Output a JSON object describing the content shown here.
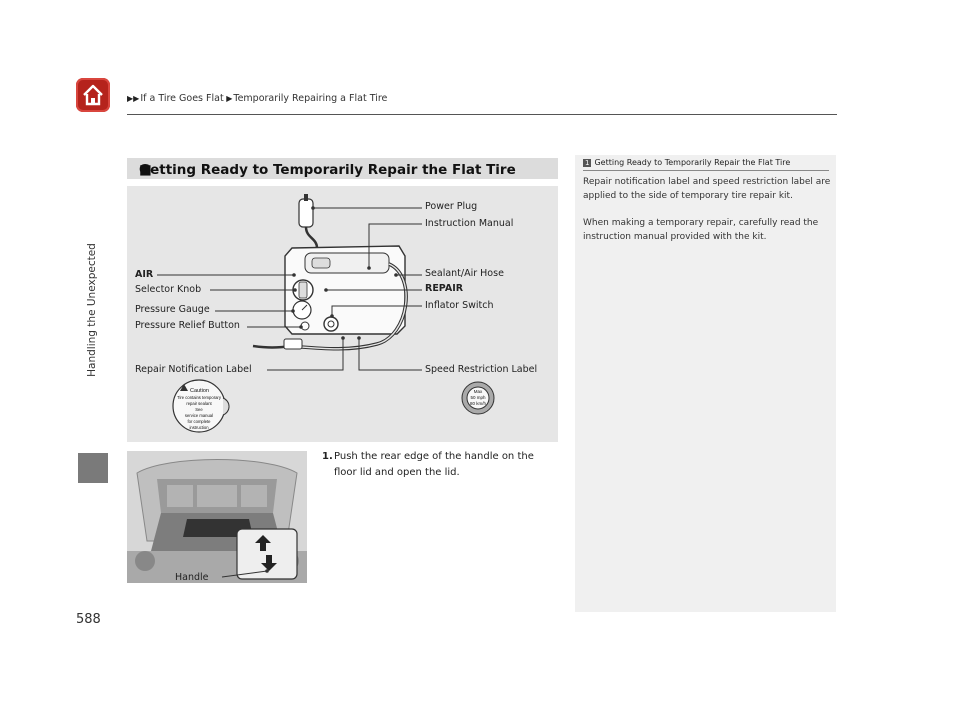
{
  "header": {
    "breadcrumb": [
      "If a Tire Goes Flat",
      "Temporarily Repairing a Flat Tire"
    ],
    "arrow_glyph": "▶▶"
  },
  "sidebar": {
    "label": "Handling the Unexpected"
  },
  "page_number": "588",
  "section": {
    "title": "Getting Ready to Temporarily Repair the Flat Tire",
    "marker": "■"
  },
  "diagram": {
    "labels": {
      "power_plug": "Power Plug",
      "instruction_manual": "Instruction Manual",
      "air": "AIR",
      "selector_knob": "Selector Knob",
      "sealant_air_hose": "Sealant/Air Hose",
      "repair": "REPAIR",
      "pressure_gauge": "Pressure Gauge",
      "inflator_switch": "Inflator Switch",
      "pressure_relief_button": "Pressure Relief Button",
      "repair_notification_label": "Repair Notification Label",
      "speed_restriction_label": "Speed Restriction Label"
    },
    "caution_sticker": {
      "title": "Caution",
      "lines": [
        "Tire contains temporary",
        "repair sealant",
        "See",
        "service manual",
        "for complete",
        "instruction"
      ]
    },
    "speed_sticker": {
      "lines": [
        "Max",
        "50 mph",
        "80 km/h"
      ]
    }
  },
  "step": {
    "number": "1.",
    "text": "Push the rear edge of the handle on the floor lid and open the lid."
  },
  "photo": {
    "handle_label": "Handle"
  },
  "note": {
    "marker": "1",
    "title": "Getting Ready to Temporarily Repair the Flat Tire",
    "paragraphs": [
      "Repair notification label and speed restriction label are applied to the side of temporary tire repair kit.",
      "When making a temporary repair, carefully read the instruction manual provided with the kit."
    ]
  },
  "colors": {
    "home_red": "#b5231c",
    "panel_gray": "#e6e6e6",
    "heading_gray": "#dcdcdc",
    "tab_gray": "#7a7a7a"
  }
}
